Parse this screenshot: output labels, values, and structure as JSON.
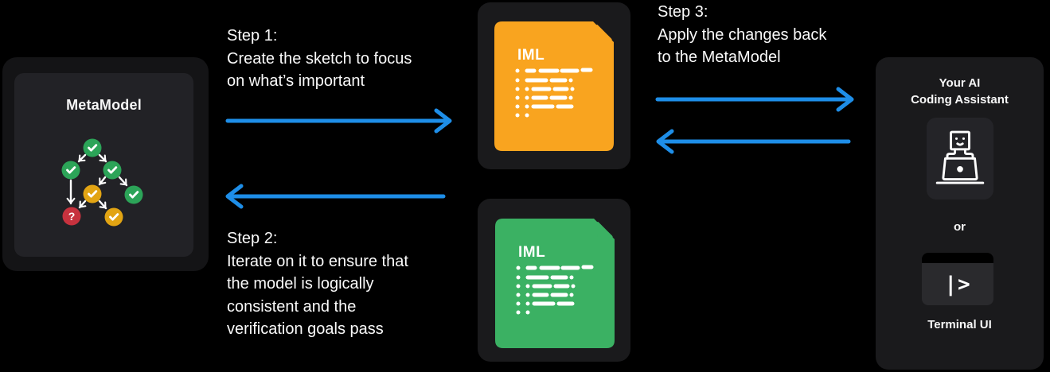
{
  "colors": {
    "accent": "#1E8EE8",
    "file-orange": "#F9A41F",
    "file-green": "#3BB163",
    "node-green": "#2CA458",
    "node-amber": "#E2A413",
    "node-red": "#C7323E",
    "card": "#1A1A1C",
    "text": "#F7F7F7"
  },
  "metamodel": {
    "title": "MetaModel",
    "unknown_glyph": "?",
    "nodes": [
      {
        "id": "root",
        "status": "pass"
      },
      {
        "id": "level1-left",
        "status": "pass"
      },
      {
        "id": "level1-right",
        "status": "pass"
      },
      {
        "id": "level2-amber",
        "status": "warn"
      },
      {
        "id": "level2-green",
        "status": "pass"
      },
      {
        "id": "level3-unknown",
        "status": "unknown"
      },
      {
        "id": "level3-amber",
        "status": "warn"
      }
    ],
    "edges": [
      [
        "root",
        "level1-left"
      ],
      [
        "root",
        "level1-right"
      ],
      [
        "level1-left",
        "level3-unknown"
      ],
      [
        "level1-right",
        "level2-amber"
      ],
      [
        "level1-right",
        "level2-green"
      ],
      [
        "level2-amber",
        "level3-unknown"
      ],
      [
        "level2-amber",
        "level3-amber"
      ]
    ]
  },
  "steps": [
    {
      "label": "Step 1:",
      "lines": [
        "Create the sketch to focus",
        "on what’s important"
      ]
    },
    {
      "label": "Step 2:",
      "lines": [
        "Iterate on it to ensure that",
        "the model is logically",
        "consistent and the",
        "verification goals pass"
      ]
    },
    {
      "label": "Step 3:",
      "lines": [
        "Apply the changes back",
        "to the MetaModel"
      ]
    }
  ],
  "files": [
    {
      "label": "IML",
      "color": "orange"
    },
    {
      "label": "IML",
      "color": "green"
    }
  ],
  "assistant": {
    "title_line1": "Your AI",
    "title_line2": "Coding Assistant",
    "or_label": "or",
    "terminal_glyph": "|>",
    "terminal_label": "Terminal UI"
  }
}
